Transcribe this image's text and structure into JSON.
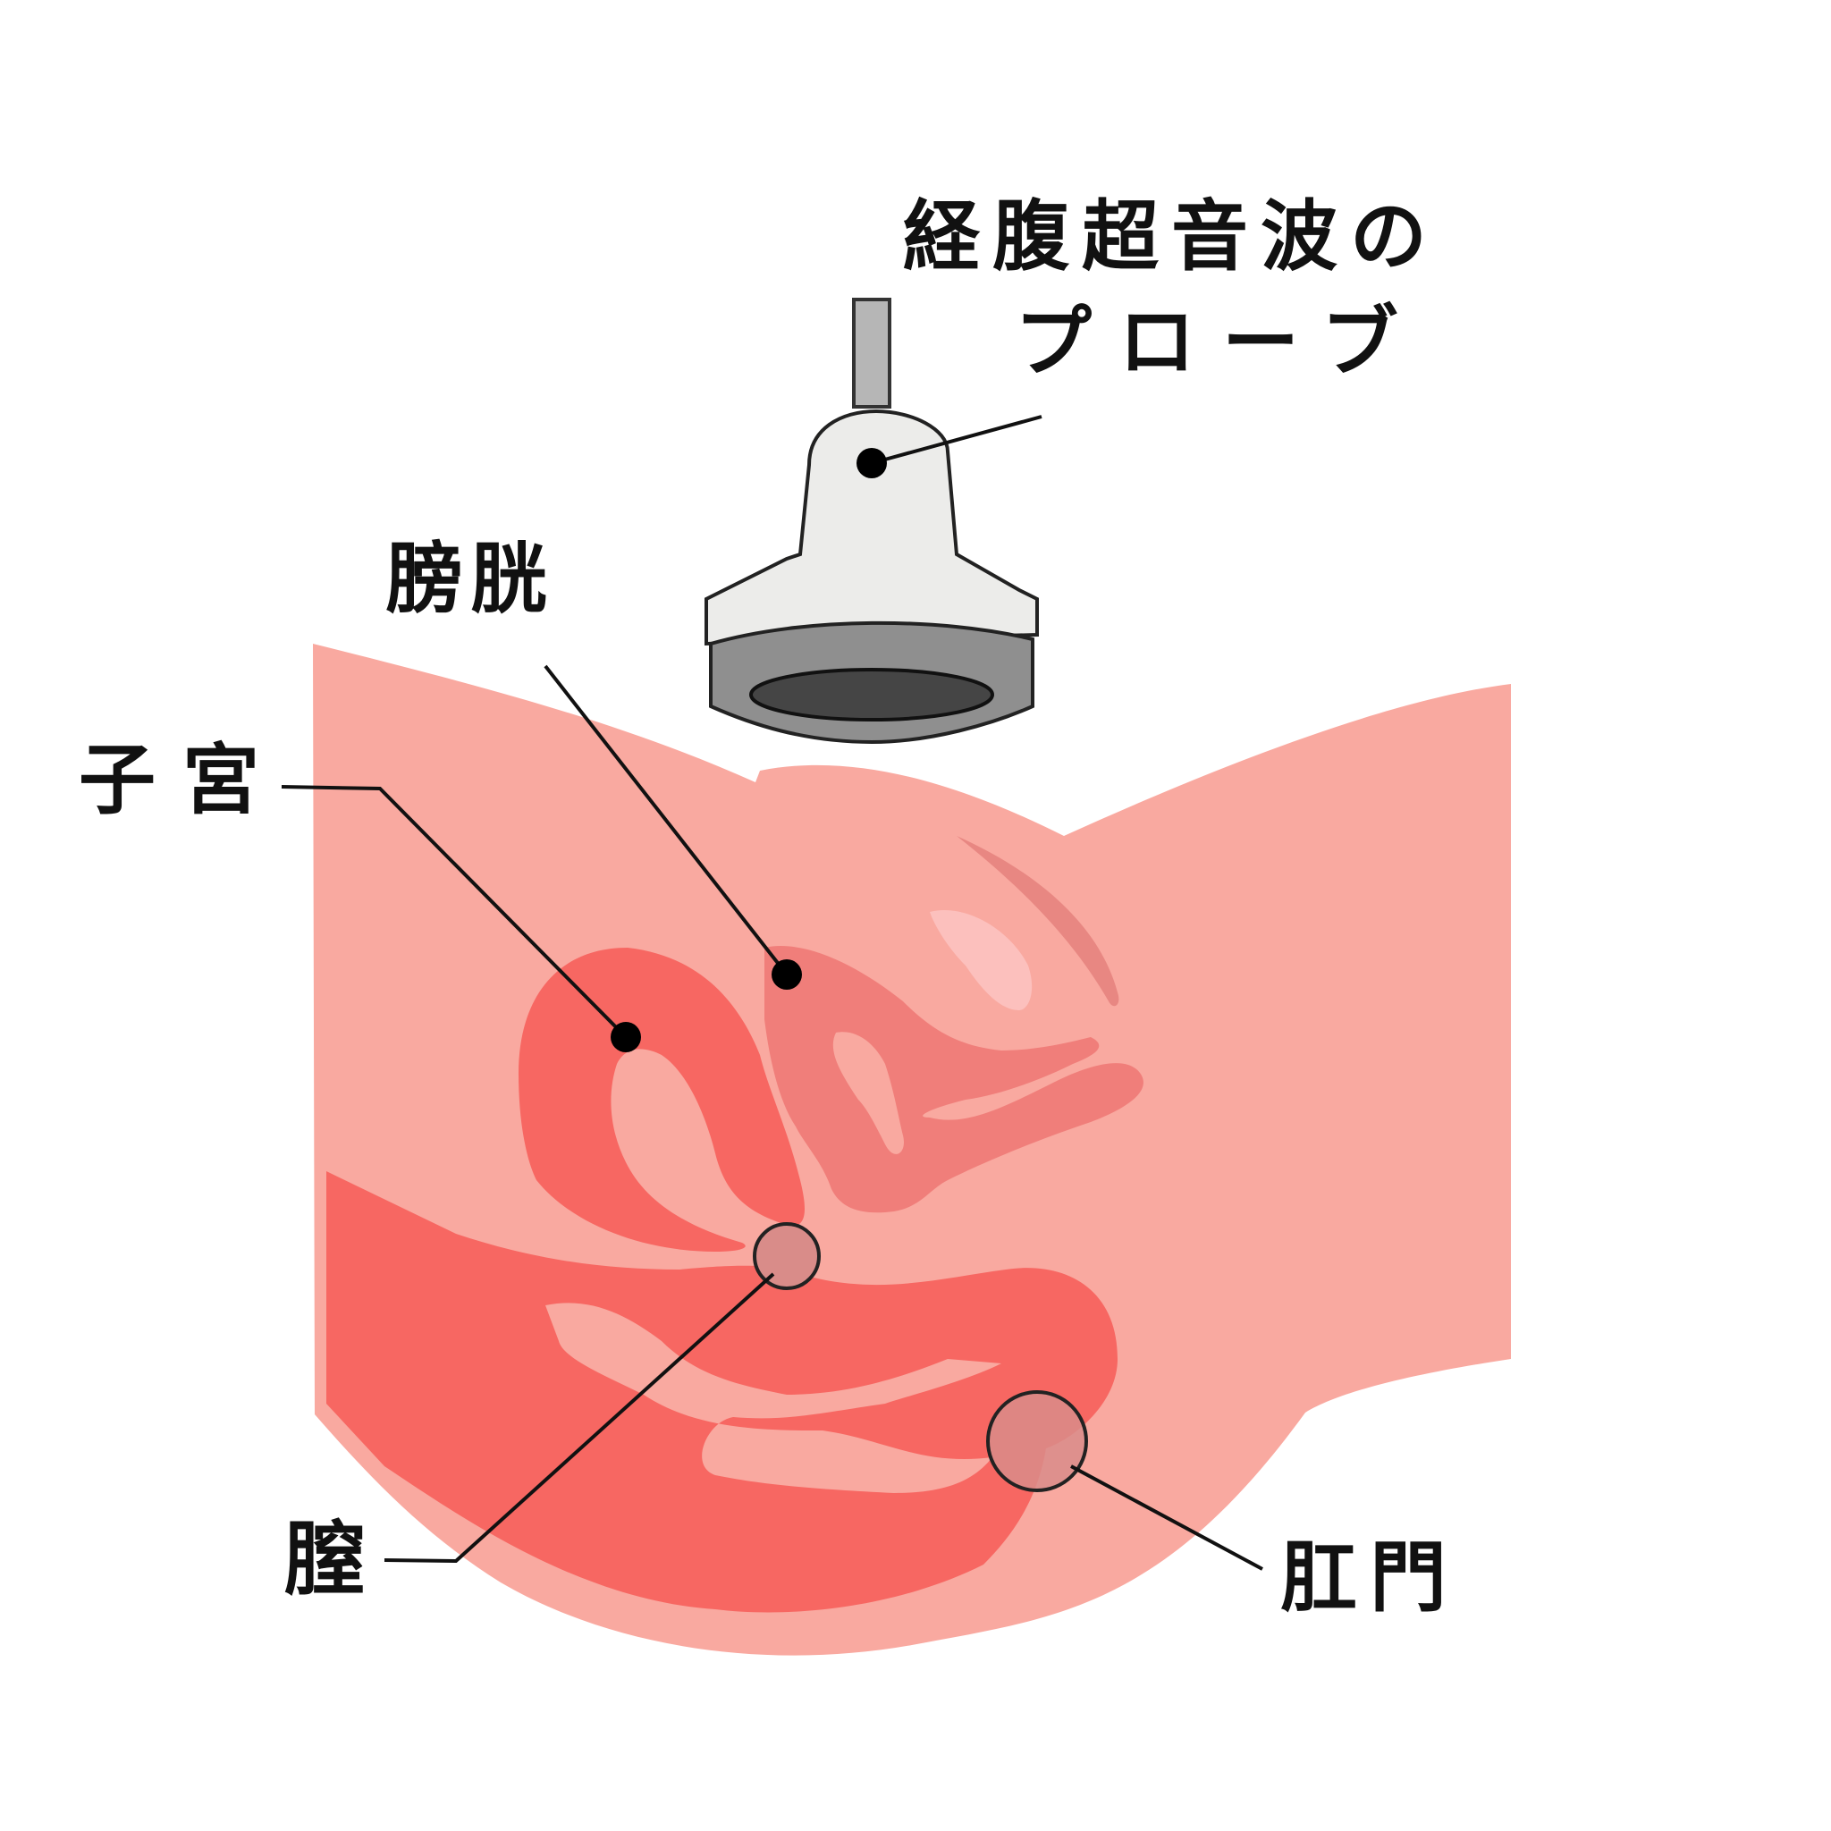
{
  "labels": {
    "probe_line1": "経腹超音波の",
    "probe_line2": "プローブ",
    "bladder": "膀胱",
    "uterus": "子宮",
    "vagina": "膣",
    "anus": "肛門"
  },
  "colors": {
    "body": "#f9a9a0",
    "organ": "#f76762",
    "bladder": "#f07e7a",
    "bladder_highlight": "#e88782",
    "marker": "#000000",
    "probe_body": "#ececea",
    "probe_base": "#8f8f8f",
    "probe_face": "#454545",
    "probe_cable": "#b6b6b6"
  },
  "icons": {
    "probe": "ultrasound-probe-icon"
  }
}
